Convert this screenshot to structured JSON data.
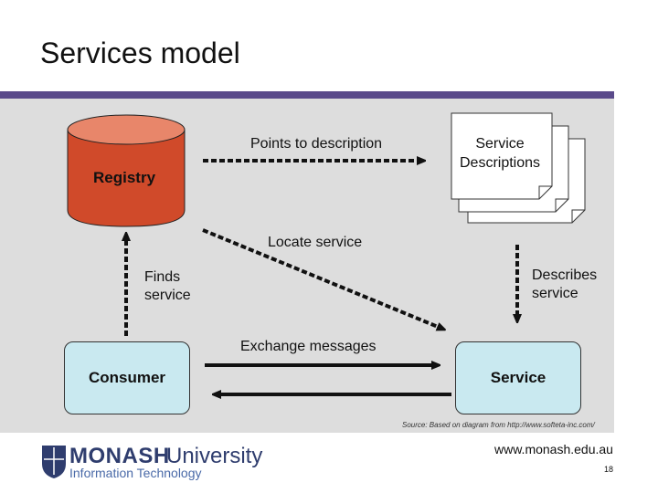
{
  "title": "Services model",
  "registry_label": "Registry",
  "arrows": {
    "points_to_description": "Points to description",
    "locate_service": "Locate service",
    "finds_service": "Finds\nservice",
    "describes_service": "Describes\nservice",
    "exchange_messages": "Exchange messages"
  },
  "descriptions_label": "Service\nDescriptions",
  "consumer_label": "Consumer",
  "service_label": "Service",
  "source_note": "Source: Based on diagram from http://www.softeta-inc.com/",
  "footer": {
    "url": "www.monash.edu.au",
    "page_number": "18",
    "logo_name_bold": "MONASH",
    "logo_name_regular": "University",
    "logo_subtitle": "Information Technology"
  },
  "colors": {
    "rule": "#5a4a8a",
    "panel": "#dddddd",
    "registry_fill": "#d04a2a",
    "registry_top": "#e8866a",
    "box_fill": "#c9e9f0"
  }
}
